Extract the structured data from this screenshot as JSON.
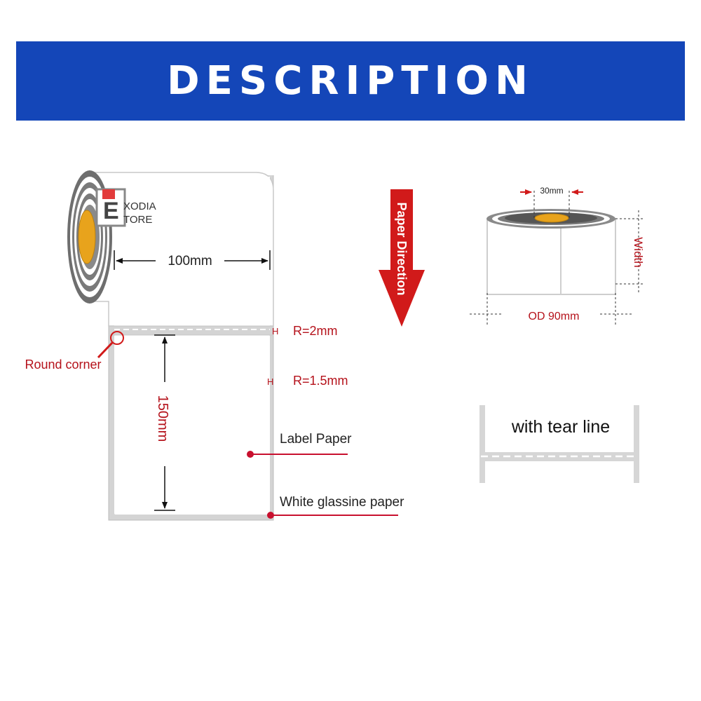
{
  "banner": {
    "title": "DESCRIPTION"
  },
  "watermark": {
    "letter": "E",
    "line1": "XODIA",
    "line2": "TORE"
  },
  "dimensions": {
    "width_label": "100mm",
    "height_label": "150mm",
    "corner_label": "Round corner",
    "r1_label": "R=2mm",
    "r2_label": "R=1.5mm",
    "label_paper": "Label Paper",
    "glassine_paper": "White glassine paper"
  },
  "direction": {
    "label": "Paper Direction"
  },
  "roll": {
    "core_label": "30mm",
    "width_label": "Width",
    "od_label": "OD 90mm"
  },
  "tear": {
    "label": "with tear line"
  },
  "colors": {
    "accent": "#b5121b",
    "banner": "#1446b8",
    "core": "#e8a31c",
    "text": "#222222"
  }
}
